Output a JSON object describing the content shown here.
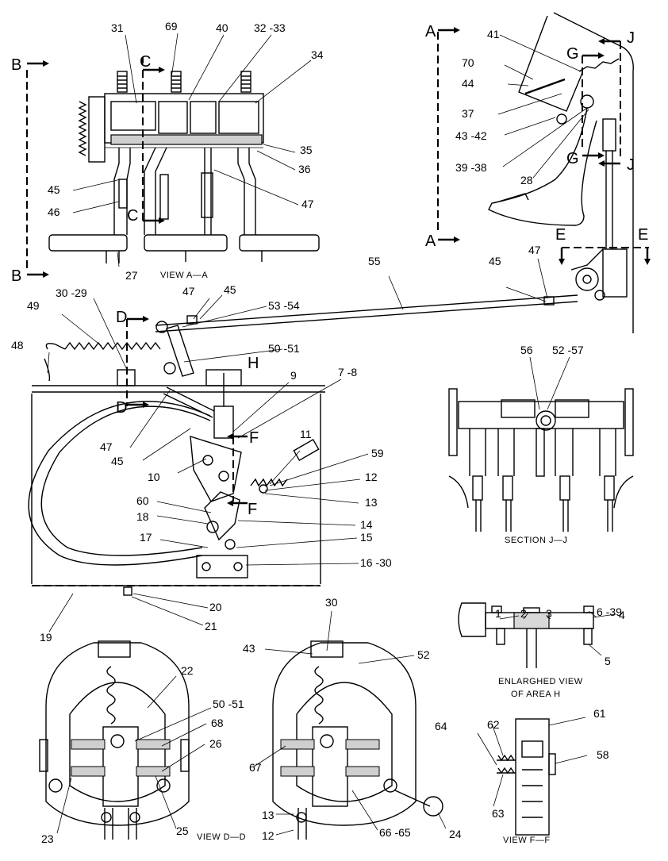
{
  "callouts": {
    "c31": "31",
    "c69": "69",
    "c40": "40",
    "c32_33": "32 -33",
    "c34": "34",
    "c35": "35",
    "c36": "36",
    "c45a": "45",
    "c46": "46",
    "c47a": "47",
    "c27": "27",
    "c41": "41",
    "c70": "70",
    "c44": "44",
    "c37": "37",
    "c43_42": "43 -42",
    "c39_38": "39 -38",
    "c28": "28",
    "c55": "55",
    "c47b": "47",
    "c45b": "45",
    "c30_29": "30 -29",
    "c47c": "47",
    "c45c": "45",
    "c49": "49",
    "c53_54": "53 -54",
    "c48": "48",
    "c50_51a": "50 -51",
    "c9": "9",
    "c7_8": "7 -8",
    "c56": "56",
    "c52_57": "52 -57",
    "c47d": "47",
    "c45d": "45",
    "c11": "11",
    "c59": "59",
    "c10": "10",
    "c12a": "12",
    "c13a": "13",
    "c60": "60",
    "c18": "18",
    "c14": "14",
    "c17": "17",
    "c15": "15",
    "c16_30": "16 -30",
    "c19": "19",
    "c20": "20",
    "c21": "21",
    "c1": "1",
    "c2": "2",
    "c3": "3",
    "c6_39": "6 -39",
    "c4": "4",
    "c5": "5",
    "c30b": "30",
    "c43b": "43",
    "c52b": "52",
    "c22": "22",
    "c50_51b": "50 -51",
    "c68": "68",
    "c26": "26",
    "c67": "67",
    "c23": "23",
    "c25": "25",
    "c13b": "13",
    "c12b": "12",
    "c66_65": "66 -65",
    "c24": "24",
    "c62": "62",
    "c61": "61",
    "c64": "64",
    "c58": "58",
    "c63": "63"
  },
  "section_marks": {
    "a": "A",
    "b": "B",
    "c": "C",
    "d": "D",
    "e": "E",
    "f": "F",
    "g": "G",
    "h": "H",
    "j": "J"
  },
  "captions": {
    "view_aa": "VIEW  A—A",
    "section_jj": "SECTION  J—J",
    "enlarged_1": "ENLARGHED  VIEW",
    "enlarged_2": "OF  AREA  H",
    "view_dd": "VIEW  D—D",
    "view_ff": "VIEW  F—F"
  }
}
